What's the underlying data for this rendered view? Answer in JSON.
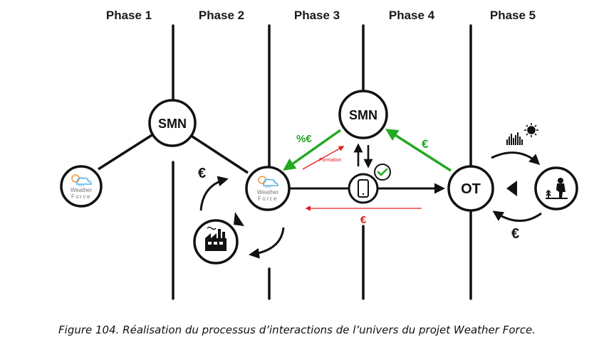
{
  "phases": [
    "Phase 1",
    "Phase 2",
    "Phase 3",
    "Phase 4",
    "Phase 5"
  ],
  "nodes": {
    "smn_left": "SMN",
    "smn_right": "SMN",
    "ot": "OT",
    "weather_force_logo": {
      "line1": "Weather",
      "line2": "Force"
    }
  },
  "labels": {
    "percent_euro": "%€",
    "euro_green": "€",
    "formation": "Formation",
    "euro_red": "€",
    "euro_left_top": "€",
    "euro_right_bottom": "€"
  },
  "colors": {
    "green": "#22a822",
    "red": "#e02020",
    "black": "#111111",
    "check": "#22a822"
  },
  "caption": "Figure 104. Réalisation du processus d’interactions de l’univers du projet Weather Force."
}
